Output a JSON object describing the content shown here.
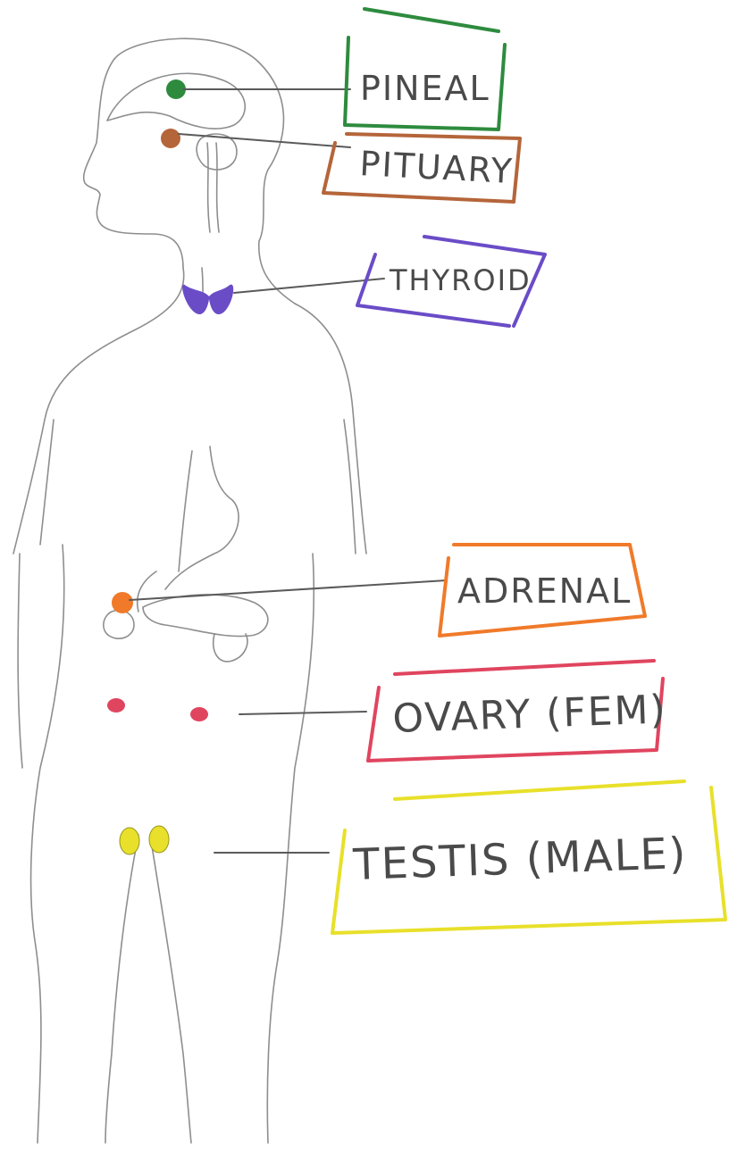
{
  "labels": {
    "pineal": "PINEAL",
    "pituitary": "PITUARY",
    "thyroid": "THYROID",
    "adrenal": "ADRENAL",
    "ovary": "OVARY (FEM)",
    "testis": "TESTIS (MALE)"
  },
  "colors": {
    "pineal": "#2e8b3e",
    "pituitary": "#b5653a",
    "thyroid": "#6a4cc7",
    "adrenal": "#f07a2a",
    "ovary": "#e0455f",
    "testis": "#e8e02a"
  }
}
